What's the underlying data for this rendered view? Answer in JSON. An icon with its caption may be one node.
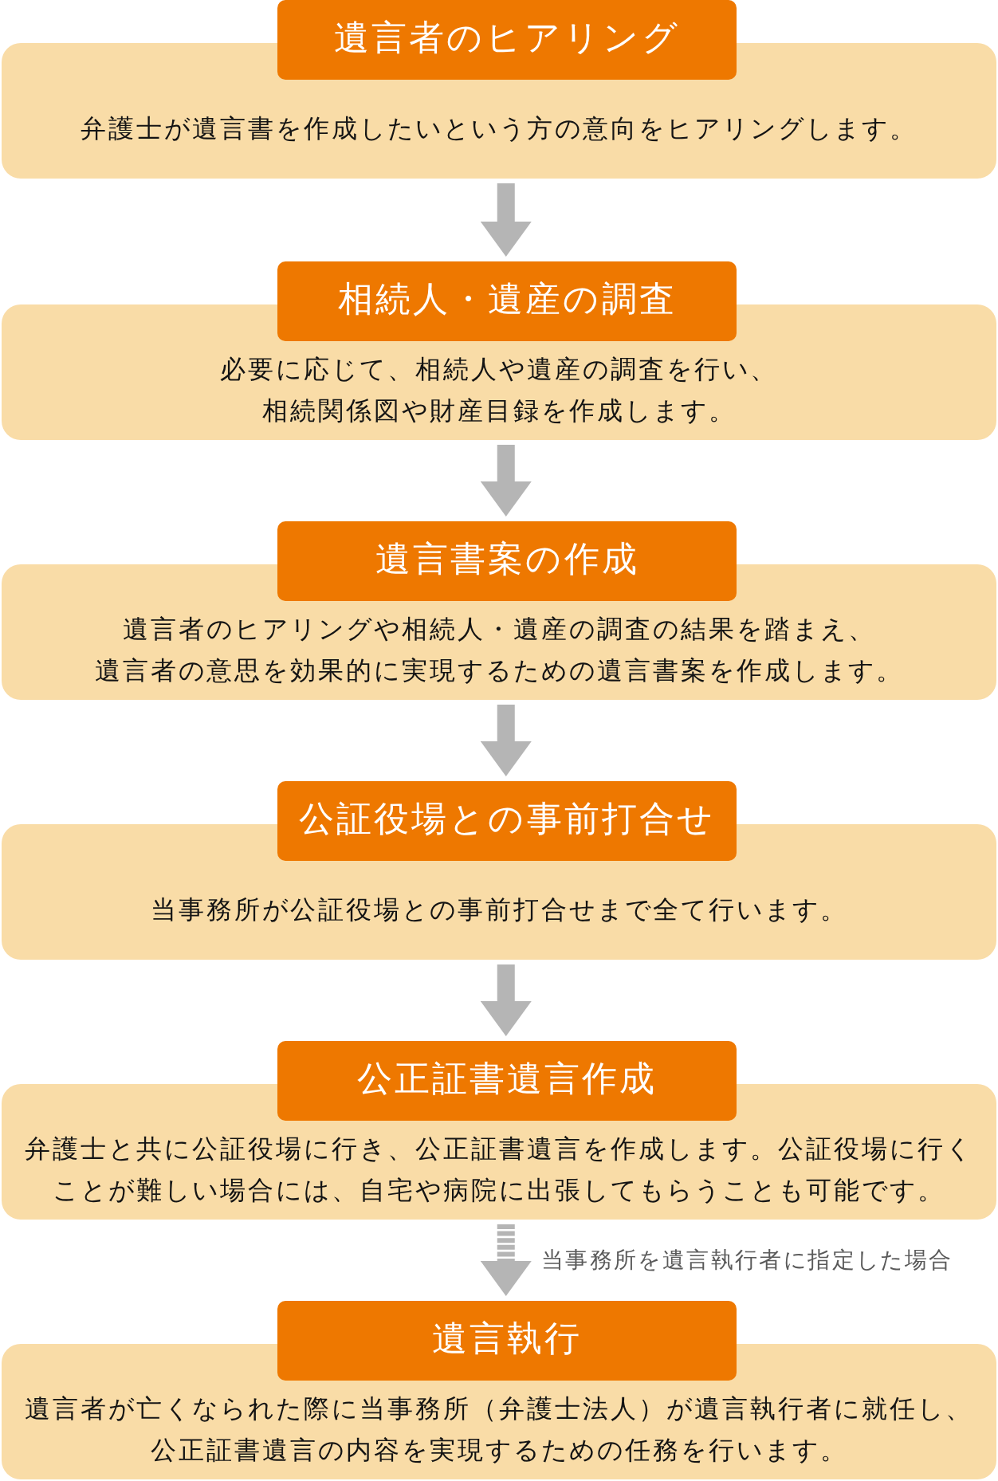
{
  "diagram": {
    "nodes": [
      {
        "text": [
          "遺言者のヒアリング",
          "弁護士が遺言書を作成したいという方の意向をヒアリングします。"
        ]
      },
      {
        "text": [
          "相続人・遺産の調査",
          "必要に応じて、相続人や遺産の調査を行い、相続関係図や財産目録を作成します。"
        ]
      },
      {
        "text": [
          "遺言書案の作成",
          "遺言者のヒアリングや相続人・遺産の調査の結果を踏まえ、遺言者の意思を効果的に実現するための遺言書案を作成します。"
        ]
      },
      {
        "text": [
          "公証役場との事前打合せ",
          "当事務所が公証役場との事前打合せまで全て行います。"
        ]
      },
      {
        "text": [
          "公正証書遺言作成",
          "弁護士と共に公証役場に行き、公正証書遺言を作成します。公証役場に行くことが難しい場合には、自宅や病院に出張してもらうことも可能です。"
        ]
      },
      {
        "text": [
          "遺言執行",
          "遺言者が亡くなられた際に当事務所（弁護士法人）が遺言執行者に就任し、公正証書遺言の内容を実現するための任務を行います。"
        ]
      }
    ],
    "edges": [
      {
        "from": 0,
        "to": 1,
        "arrow": "to"
      },
      {
        "from": 1,
        "to": 2,
        "arrow": "to"
      },
      {
        "from": 2,
        "to": 3,
        "arrow": "to"
      },
      {
        "from": 3,
        "to": 4,
        "arrow": "to"
      },
      {
        "from": 4,
        "to": 5,
        "arrow": "to",
        "style": "dashed",
        "label": "当事務所を遺言執行者に指定した場合"
      }
    ]
  }
}
